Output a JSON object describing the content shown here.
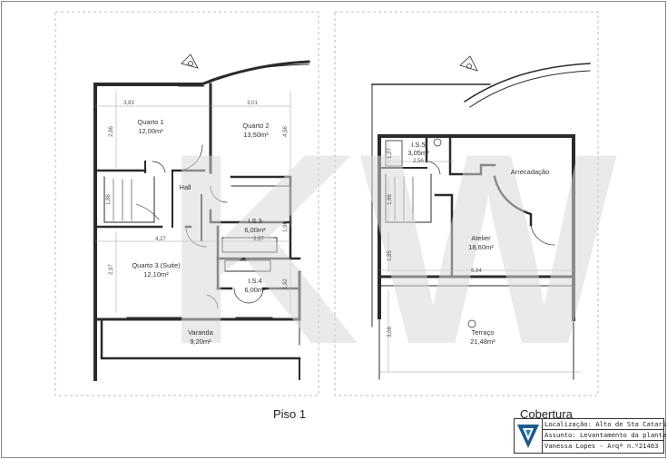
{
  "plans": {
    "piso1": {
      "caption": "Piso 1",
      "rooms": {
        "quarto1_name": "Quarto 1",
        "quarto1_area": "12,00m²",
        "quarto2_name": "Quarto 2",
        "quarto2_area": "13,50m²",
        "hall": "Hall",
        "is3_name": "I.S.3",
        "is3_area": "6,00m²",
        "quarto3_name": "Quarto 3 (Suite)",
        "quarto3_area": "12,10m²",
        "is4_name": "I.S.4",
        "is4_area": "6,00m²",
        "varanda_name": "Varanda",
        "varanda_area": "9,20m²"
      },
      "dims": {
        "d383": "3,83",
        "d301": "3,01",
        "d286": "2,86",
        "d456": "4,56",
        "d186": "1,86",
        "d427": "4,27",
        "d257": "2,57",
        "d196": "1,96",
        "d297": "2,97",
        "d192": "1,92"
      }
    },
    "cobertura": {
      "caption": "Cobertura",
      "rooms": {
        "is5_name": "I.S.5",
        "is5_area": "3,05m²",
        "arrecadacao": "Arrecadação",
        "atelier_name": "Atelier",
        "atelier_area": "18,60m²",
        "terraco_name": "Terraço",
        "terraco_area": "21,48m²"
      },
      "dims": {
        "d127": "1,27",
        "d256": "2,56",
        "d186": "1,86",
        "d185": "1,85",
        "d684": "6,84",
        "d308": "3,08"
      }
    }
  },
  "watermark": "KW",
  "title_block": {
    "localizacao": "Localização: Alto de Sta Catarina",
    "assunto": "Assunto: Levantamento da planta",
    "autor": "Vanessa Lopes - Arqª n.º21463"
  },
  "colors": {
    "wall": "#2b2b2b",
    "watermark": "#d9d9d9",
    "dash": "#9a9a9a",
    "logo": "#1e5b8c"
  }
}
